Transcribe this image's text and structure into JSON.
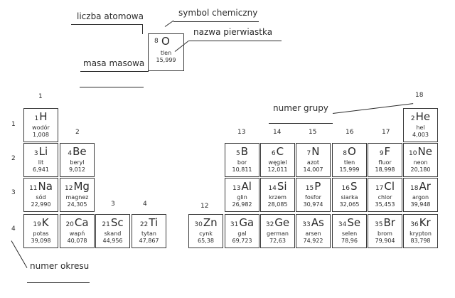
{
  "legend": {
    "atomic_number_label": "liczba atomowa",
    "symbol_label": "symbol chemiczny",
    "name_label": "nazwa pierwiastka",
    "mass_label": "masa masowa",
    "example": {
      "z": "8",
      "symbol": "O",
      "name": "tlen",
      "mass": "15,999"
    }
  },
  "group_caption": "numer grupy",
  "period_caption": "numer okresu",
  "groups": [
    "1",
    "2",
    "3",
    "4",
    "12",
    "13",
    "14",
    "15",
    "16",
    "17",
    "18"
  ],
  "periods": [
    "1",
    "2",
    "3",
    "4"
  ],
  "elements": [
    {
      "z": "1",
      "symbol": "H",
      "name": "wodór",
      "mass": "1,008"
    },
    {
      "z": "2",
      "symbol": "He",
      "name": "hel",
      "mass": "4,003"
    },
    {
      "z": "3",
      "symbol": "Li",
      "name": "lit",
      "mass": "6,941"
    },
    {
      "z": "4",
      "symbol": "Be",
      "name": "beryl",
      "mass": "9,012"
    },
    {
      "z": "5",
      "symbol": "B",
      "name": "bor",
      "mass": "10,811"
    },
    {
      "z": "6",
      "symbol": "C",
      "name": "węgiel",
      "mass": "12,011"
    },
    {
      "z": "7",
      "symbol": "N",
      "name": "azot",
      "mass": "14,007"
    },
    {
      "z": "8",
      "symbol": "O",
      "name": "tlen",
      "mass": "15,999"
    },
    {
      "z": "9",
      "symbol": "F",
      "name": "fluor",
      "mass": "18,998"
    },
    {
      "z": "10",
      "symbol": "Ne",
      "name": "neon",
      "mass": "20,180"
    },
    {
      "z": "11",
      "symbol": "Na",
      "name": "sód",
      "mass": "22,990"
    },
    {
      "z": "12",
      "symbol": "Mg",
      "name": "magnez",
      "mass": "24,305"
    },
    {
      "z": "13",
      "symbol": "Al",
      "name": "glin",
      "mass": "26,982"
    },
    {
      "z": "14",
      "symbol": "Si",
      "name": "krzem",
      "mass": "28,085"
    },
    {
      "z": "15",
      "symbol": "P",
      "name": "fosfor",
      "mass": "30,974"
    },
    {
      "z": "16",
      "symbol": "S",
      "name": "siarka",
      "mass": "32,065"
    },
    {
      "z": "17",
      "symbol": "Cl",
      "name": "chlor",
      "mass": "35,453"
    },
    {
      "z": "18",
      "symbol": "Ar",
      "name": "argon",
      "mass": "39,948"
    },
    {
      "z": "19",
      "symbol": "K",
      "name": "potas",
      "mass": "39,098"
    },
    {
      "z": "20",
      "symbol": "Ca",
      "name": "wapń",
      "mass": "40,078"
    },
    {
      "z": "21",
      "symbol": "Sc",
      "name": "skand",
      "mass": "44,956"
    },
    {
      "z": "22",
      "symbol": "Ti",
      "name": "tytan",
      "mass": "47,867"
    },
    {
      "z": "30",
      "symbol": "Zn",
      "name": "cynk",
      "mass": "65,38"
    },
    {
      "z": "31",
      "symbol": "Ga",
      "name": "gal",
      "mass": "69,723"
    },
    {
      "z": "32",
      "symbol": "Ge",
      "name": "german",
      "mass": "72,63"
    },
    {
      "z": "33",
      "symbol": "As",
      "name": "arsen",
      "mass": "74,922"
    },
    {
      "z": "34",
      "symbol": "Se",
      "name": "selen",
      "mass": "78,96"
    },
    {
      "z": "35",
      "symbol": "Br",
      "name": "brom",
      "mass": "79,904"
    },
    {
      "z": "36",
      "symbol": "Kr",
      "name": "krypton",
      "mass": "83,798"
    }
  ]
}
